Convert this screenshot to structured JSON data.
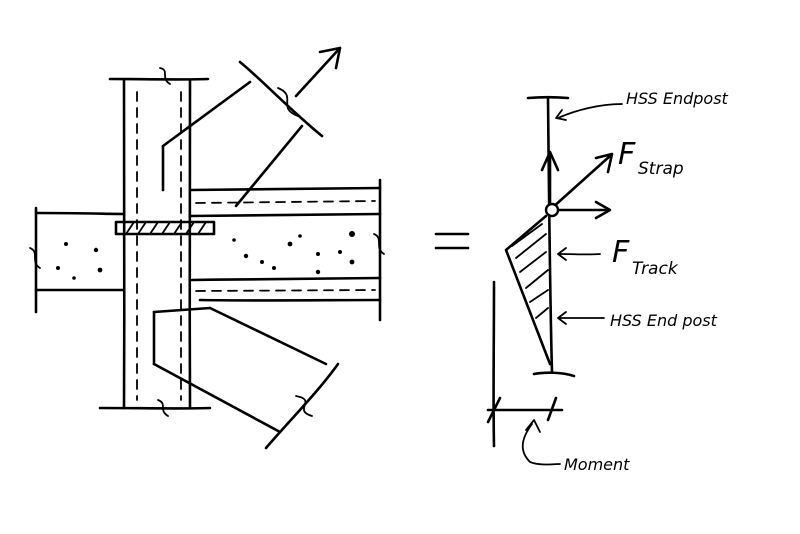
{
  "labels": {
    "hss_endpost_top": "HSS Endpost",
    "f_strap_main": "F",
    "f_strap_sub": "Strap",
    "f_track_main": "F",
    "f_track_sub": "Track",
    "hss_end_post_bottom": "HSS End post",
    "moment": "Moment",
    "equals": "="
  },
  "colors": {
    "ink": "#000000",
    "paper": "#ffffff"
  }
}
